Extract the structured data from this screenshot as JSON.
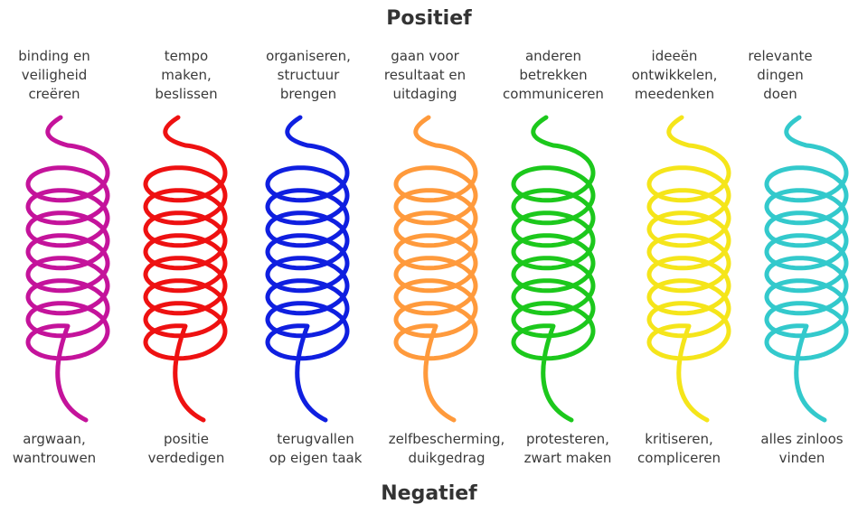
{
  "top_heading": "Positief",
  "bottom_heading": "Negatief",
  "columns": [
    {
      "color": "#c4139b",
      "positive": "binding en\nveiligheid\ncreëren",
      "negative": "argwaan,\nwantrouwen"
    },
    {
      "color": "#ee1111",
      "positive": "tempo\nmaken,\nbeslissen",
      "negative": "positie\nverdedigen"
    },
    {
      "color": "#0f1fe0",
      "positive": "organiseren,\nstructuur\nbrengen",
      "negative": "terugvallen\nop eigen taak"
    },
    {
      "color": "#ff9a3c",
      "positive": "gaan voor\nresultaat en\nuitdaging",
      "negative": "zelfbescherming,\nduikgedrag"
    },
    {
      "color": "#1cc81c",
      "positive": "anderen\nbetrekken\ncommuniceren",
      "negative": "protesteren,\nzwart maken"
    },
    {
      "color": "#f5e51a",
      "positive": "ideeën\nontwikkelen,\nmeedenken",
      "negative": "kritiseren,\ncompliceren"
    },
    {
      "color": "#33c9cc",
      "positive": "relevante\ndingen\ndoen",
      "negative": "alles zinloos\nvinden"
    }
  ]
}
